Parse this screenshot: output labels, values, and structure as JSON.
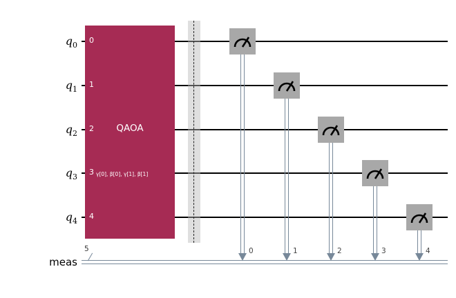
{
  "registers": {
    "qubits": [
      {
        "name": "q",
        "index": "0"
      },
      {
        "name": "q",
        "index": "1"
      },
      {
        "name": "q",
        "index": "2"
      },
      {
        "name": "q",
        "index": "3"
      },
      {
        "name": "q",
        "index": "4"
      }
    ],
    "classical": {
      "label": "meas",
      "size": "5"
    }
  },
  "gate": {
    "label": "QAOA",
    "params": "γ[0], β[0], γ[1], β[1]",
    "qubit_ports": [
      "0",
      "1",
      "2",
      "3",
      "4"
    ],
    "color": "#a62b54"
  },
  "measurements": [
    {
      "clbit": "0"
    },
    {
      "clbit": "1"
    },
    {
      "clbit": "2"
    },
    {
      "clbit": "3"
    },
    {
      "clbit": "4"
    }
  ],
  "colors": {
    "quantum_wire": "#000000",
    "classical_wire": "#778899",
    "measure_box": "#a8a8a8",
    "barrier_band": "#bdbdbd",
    "gate_fill": "#a62b54",
    "gate_text": "#ffffff"
  }
}
